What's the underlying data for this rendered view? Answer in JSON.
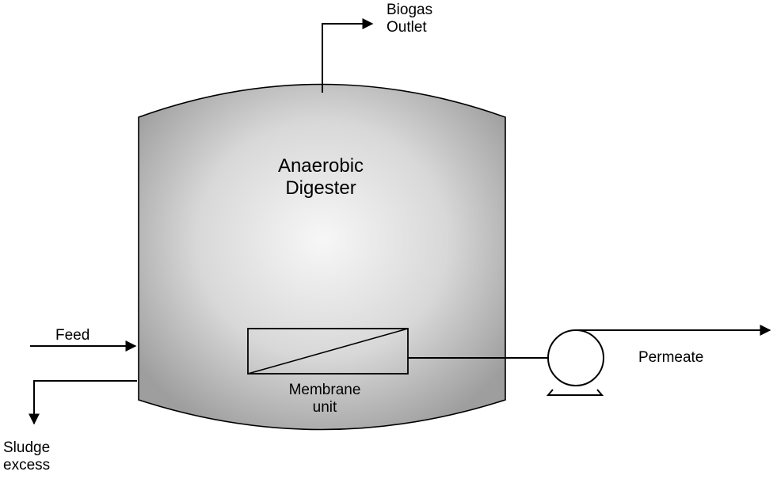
{
  "labels": {
    "biogas_outlet": [
      "Biogas",
      "Outlet"
    ],
    "digester": [
      "Anaerobic",
      "Digester"
    ],
    "feed": "Feed",
    "membrane_unit": [
      "Membrane",
      "unit"
    ],
    "permeate": "Permeate",
    "sludge_excess": [
      "Sludge",
      "excess"
    ]
  },
  "colors": {
    "stroke": "#000000",
    "vessel_edge": "#9e9e9e",
    "vessel_center": "#f7f7f7"
  },
  "icons": {
    "pump": "pump-icon",
    "arrow": "arrowhead-icon"
  }
}
